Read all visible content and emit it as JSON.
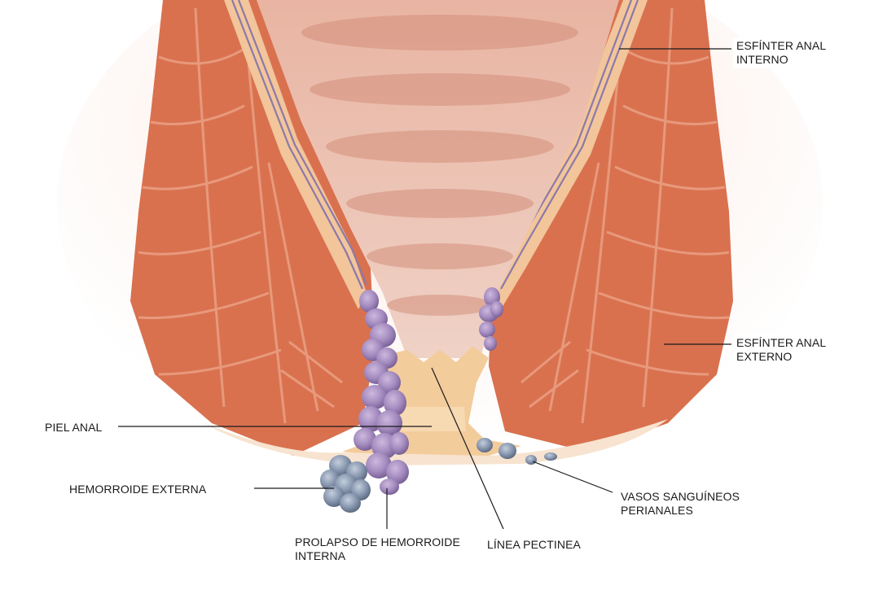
{
  "labels": {
    "internal_sphincter": "ESFÍNTER ANAL\nINTERNO",
    "external_sphincter": "ESFÍNTER ANAL\nEXTERNO",
    "anal_skin": "PIEL ANAL",
    "external_hemorrhoid": "HEMORROIDE EXTERNA",
    "perianal_vessels": "VASOS SANGUÍNEOS\nPERIANALES",
    "prolapsed_internal_hemorrhoid": "PROLAPSO DE HEMORROIDE\nINTERNA",
    "pectinate_line": "LÍNEA PECTINEA"
  },
  "colors": {
    "muscle": "#d9714f",
    "muscle_dark": "#b8523a",
    "muscle_line": "#e89a7c",
    "mucosa": "#e7b3a0",
    "mucosa_fold": "#d89380",
    "skin": "#f3cc9c",
    "skin_light": "#f8dcb8",
    "vein": "#8c79a8",
    "internal_hemorrhoid": "#a58cc0",
    "external_hemorrhoid": "#7f8fa8",
    "leader_line": "#1a1a1a"
  }
}
